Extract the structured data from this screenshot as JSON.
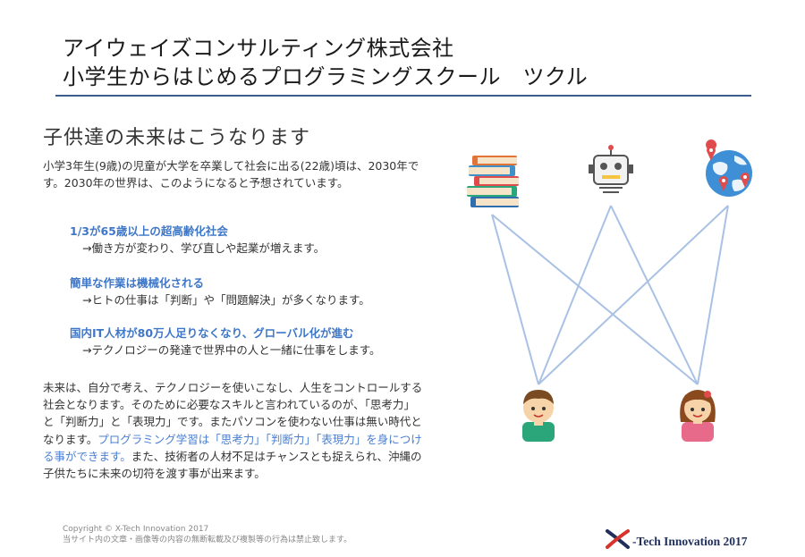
{
  "header": {
    "line1": "アイウェイズコンサルティング株式会社",
    "line2": "小学生からはじめるプログラミングスクール　ツクル"
  },
  "section_title": "子供達の未来はこうなります",
  "intro": "小学3年生(9歳)の児童が大学を卒業して社会に出る(22歳)頃は、2030年です。2030年の世界は、このようになると予想されています。",
  "points": [
    {
      "heading": "1/3が65歳以上の超高齢化社会",
      "detail": "→働き方が変わり、学び直しや起業が増えます。"
    },
    {
      "heading": "簡単な作業は機械化される",
      "detail": "→ヒトの仕事は「判断」や「問題解決」が多くなります。"
    },
    {
      "heading": "国内IT人材が80万人足りなくなり、グローバル化が進む",
      "detail": "→テクノロジーの発達で世界中の人と一緒に仕事をします。"
    }
  ],
  "outro": {
    "before": "未来は、自分で考え、テクノロジーを使いこなし、人生をコントロールする社会となります。そのために必要なスキルと言われているのが、「思考力」と「判断力」と「表現力」です。またパソコンを使わない仕事は無い時代となります。",
    "highlight": "プログラミング学習は「思考力」「判断力」「表現力」を身につける事ができます。",
    "after": "また、技術者の人材不足はチャンスとも捉えられ、沖縄の子供たちに未来の切符を渡す事が出来ます。"
  },
  "footer": {
    "copyright": "Copyright ©  X-Tech Innovation 2017",
    "notice": "当サイト内の文章・画像等の内容の無断転載及び複製等の行為は禁止致します。"
  },
  "logo": {
    "text": "-Tech Innovation 2017",
    "accent_color": "#d8322a",
    "brand_color": "#1f2f5c"
  },
  "diagram": {
    "top_icons": [
      "books-icon",
      "robot-icon",
      "globe-icon"
    ],
    "bottom_icons": [
      "boy-icon",
      "girl-icon"
    ],
    "line_color": "#a9c1e4"
  }
}
